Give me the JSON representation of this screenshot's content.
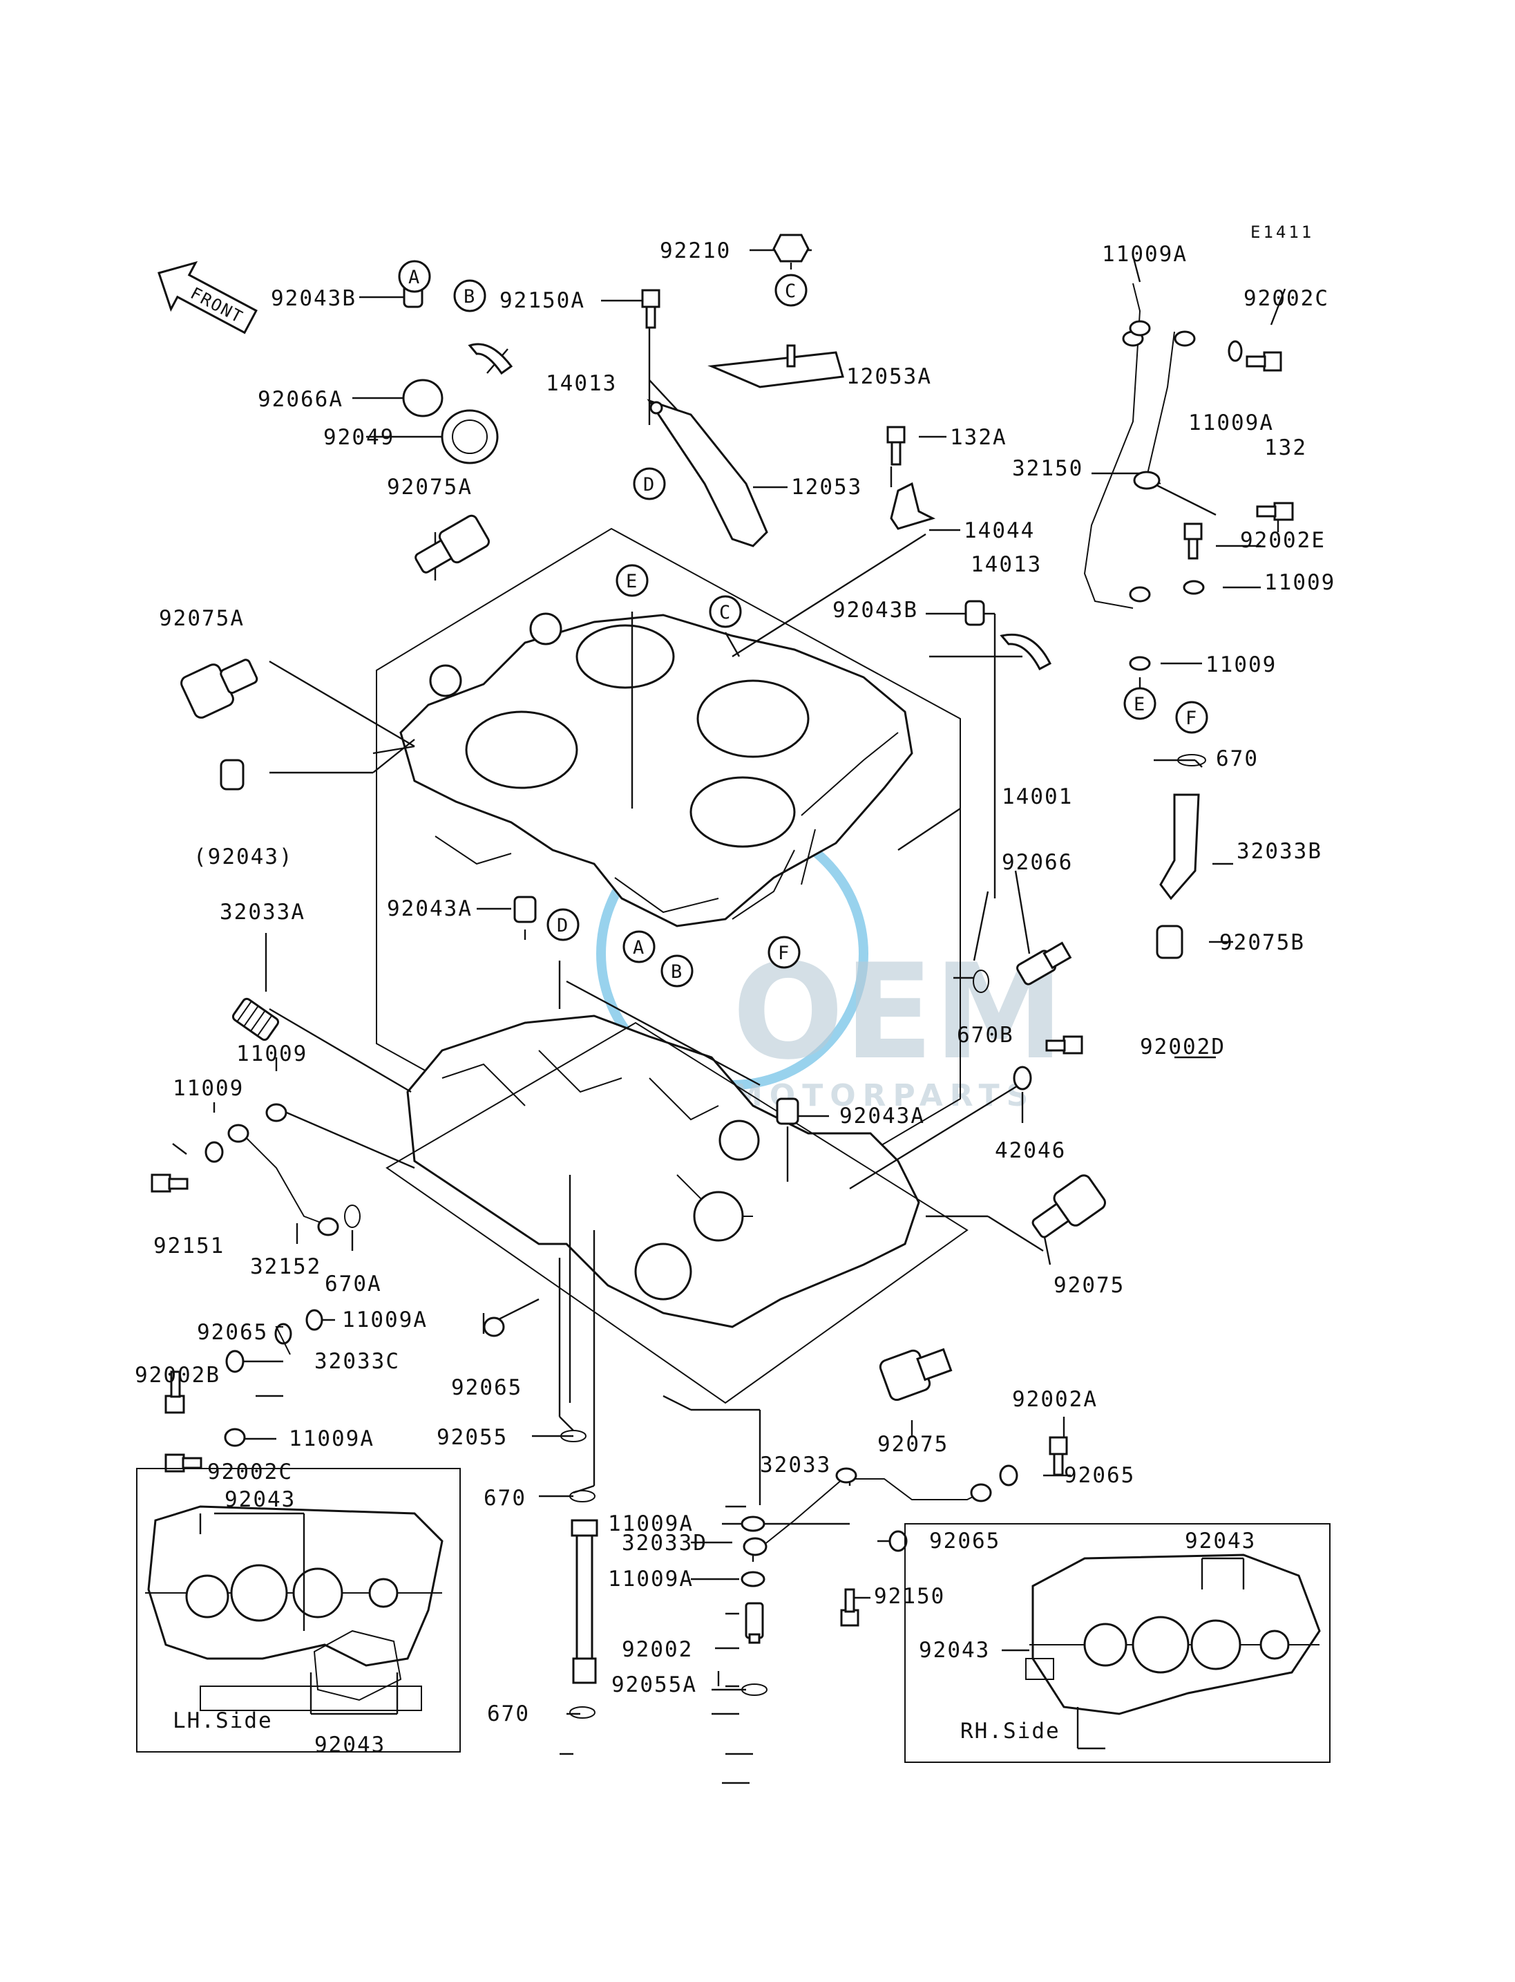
{
  "diagram_code": "E1411",
  "front_arrow_label": "FRONT",
  "watermark": {
    "brand": "OEM",
    "sub": "MOTORPARTS",
    "color": "#1a9bd7"
  },
  "side_views": {
    "lh": "LH.Side",
    "rh": "RH.Side"
  },
  "callouts": {
    "a": "A",
    "b": "B",
    "c": "C",
    "d": "D",
    "e": "E",
    "f": "F"
  },
  "parts": {
    "p92210": "92210",
    "p92150A": "92150A",
    "p12053A": "12053A",
    "p12053": "12053",
    "p92043B_top": "92043B",
    "p14013_top": "14013",
    "p92066A": "92066A",
    "p92049": "92049",
    "p92075A_top": "92075A",
    "p132A": "132A",
    "p14044": "14044",
    "p11009A_tr1": "11009A",
    "p92002C_tr": "92002C",
    "p11009A_tr2": "11009A",
    "p132": "132",
    "p32150": "32150",
    "p92002E": "92002E",
    "p11009_r1": "11009",
    "p11009_r2": "11009",
    "p14013_mid": "14013",
    "p92043B_mid": "92043B",
    "p92075A_left": "92075A",
    "p92043_paren": "(92043)",
    "p14001": "14001",
    "p670_r": "670",
    "p32033B": "32033B",
    "p92075B": "92075B",
    "p92066": "92066",
    "p670B": "670B",
    "p92002D": "92002D",
    "p92043A_top": "92043A",
    "p32033A": "32033A",
    "p92043A_mid": "92043A",
    "p42046": "42046",
    "p11009_l1": "11009",
    "p11009_l2": "11009",
    "p92151": "92151",
    "p32152": "32152",
    "p670A": "670A",
    "p92075_r": "92075",
    "p92065_l1": "92065",
    "p11009A_l1": "11009A",
    "p92002B": "92002B",
    "p32033C": "32033C",
    "p92065_l2": "92065",
    "p11009A_l2": "11009A",
    "p92055": "92055",
    "p92002C_l": "92002C",
    "p92043_lh_top": "92043",
    "p670_m": "670",
    "p92075_bot": "92075",
    "p92002A": "92002A",
    "p32033": "32033",
    "p92065_r1": "92065",
    "p11009A_b1": "11009A",
    "p32033D": "32033D",
    "p92065_r2": "92065",
    "p11009A_b2": "11009A",
    "p92150": "92150",
    "p92002": "92002",
    "p670_b": "670",
    "p92055A": "92055A",
    "p92043_rh_top": "92043",
    "p92043_rh_left": "92043",
    "p92043_lh_bot": "92043"
  }
}
